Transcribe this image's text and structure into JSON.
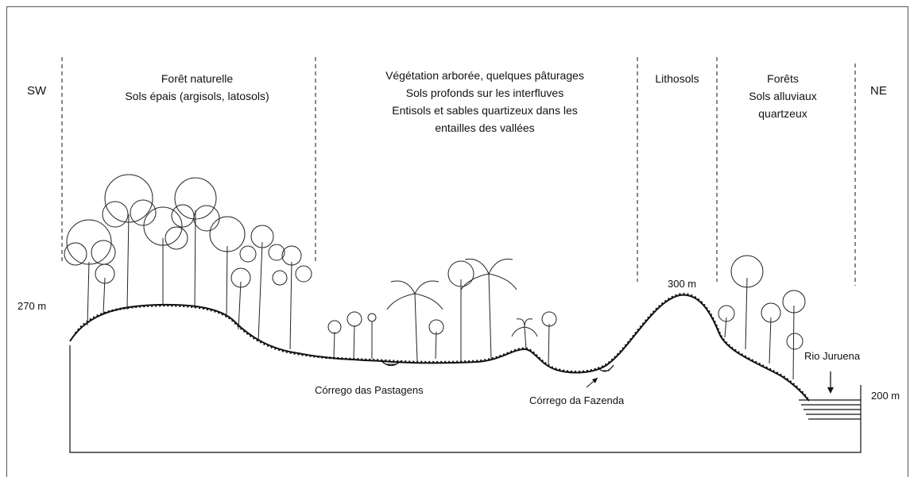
{
  "directions": {
    "left": "SW",
    "right": "NE"
  },
  "zones": [
    {
      "lines": [
        "Forêt naturelle",
        "Sols épais (argisols, latosols)"
      ]
    },
    {
      "lines": [
        "Végétation arborée, quelques pâturages",
        "Sols profonds sur les interfluves",
        "Entisols et sables quartizeux dans les",
        "entailles des vallées"
      ]
    },
    {
      "lines": [
        "Lithosols"
      ]
    },
    {
      "lines": [
        "Forêts",
        "Sols alluviaux",
        "quartzeux"
      ]
    }
  ],
  "elevations": {
    "left": "270 m",
    "peak": "300 m",
    "right": "200 m"
  },
  "streams": {
    "pastagens": "Córrego das Pastagens",
    "fazenda": "Córrego da Fazenda",
    "juruena": "Rio Juruena"
  },
  "colors": {
    "line": "#111111",
    "frame": "#555555"
  }
}
